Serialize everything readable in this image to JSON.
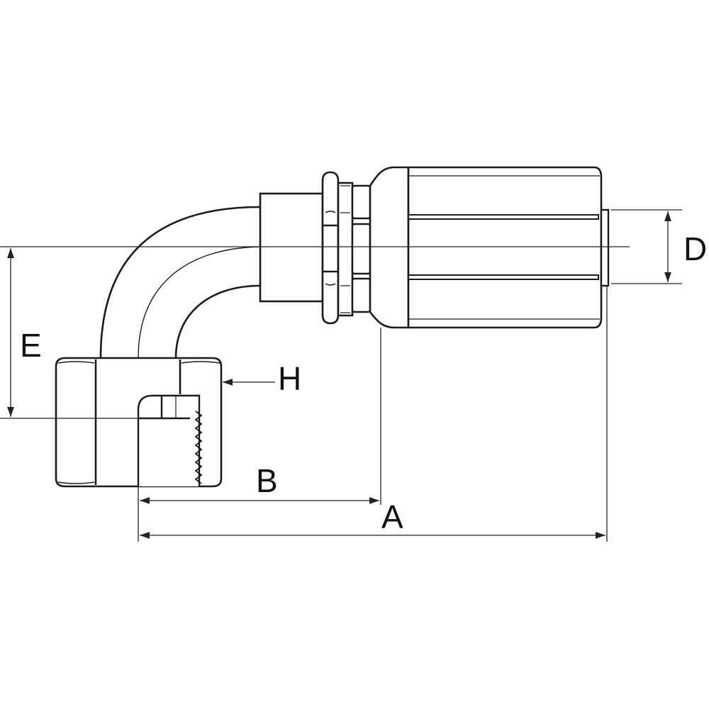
{
  "labels": {
    "a": "A",
    "b": "B",
    "d": "D",
    "e": "E",
    "h": "H"
  },
  "colors": {
    "stroke": "#1a1a1a",
    "dimension": "#222222",
    "fill": "#ffffff"
  }
}
